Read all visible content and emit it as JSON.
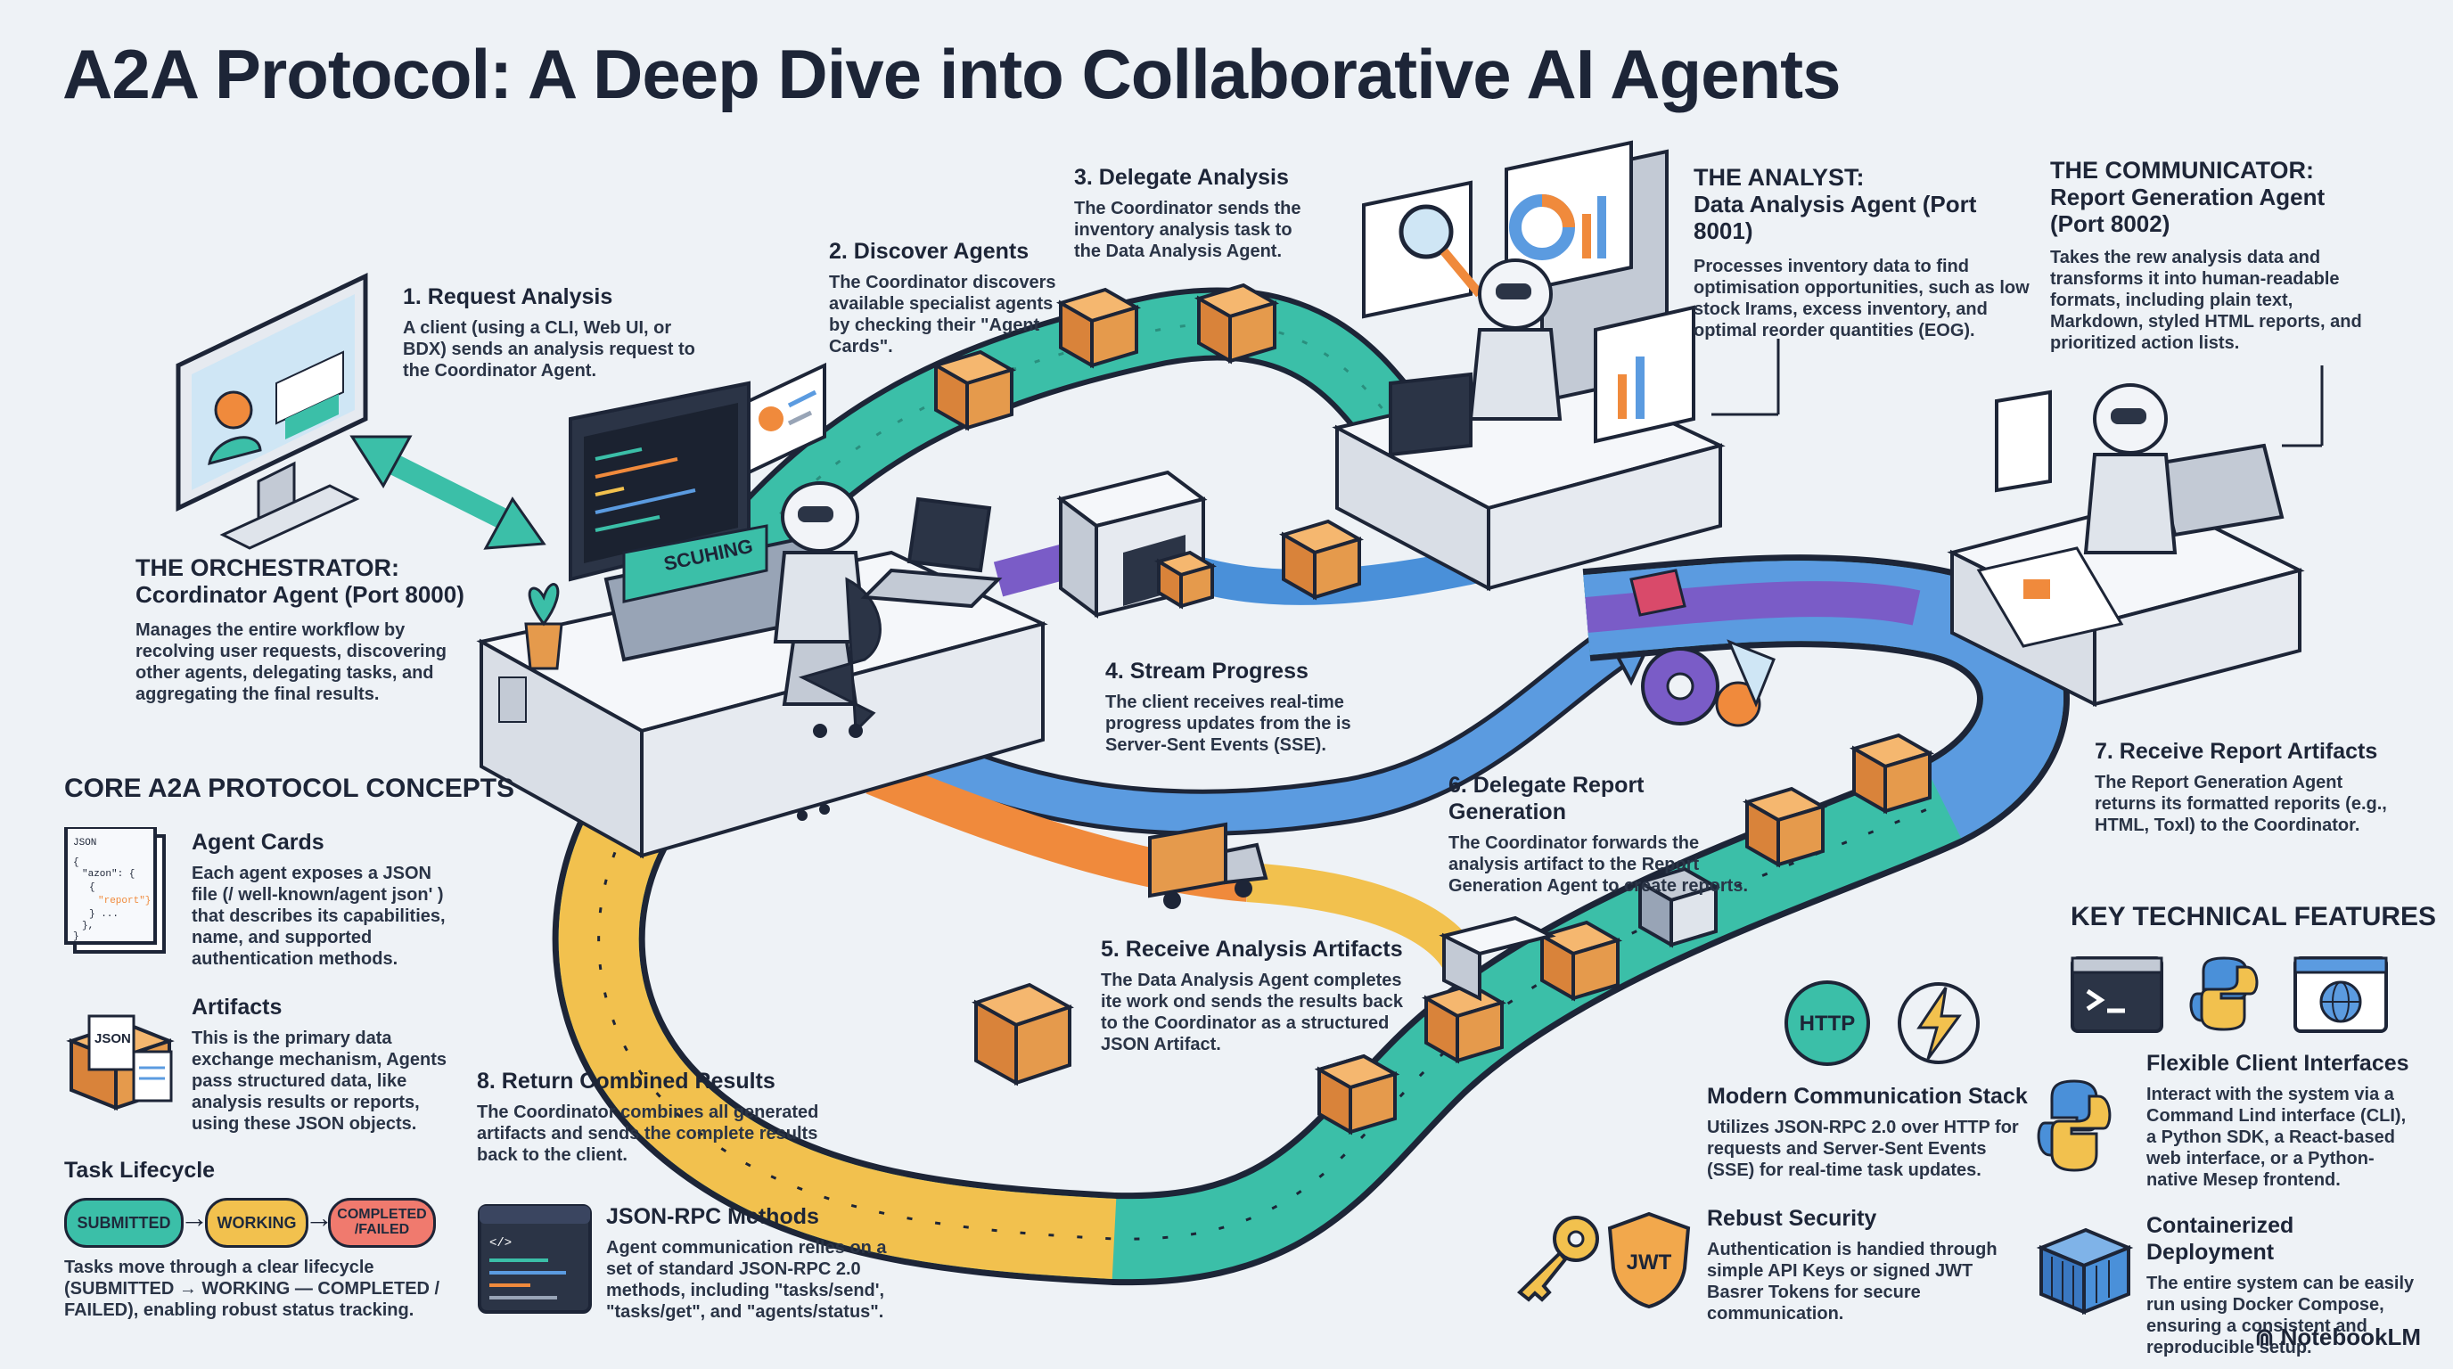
{
  "title": "A2A Protocol: A Deep Dive into Collaborative AI Agents",
  "steps": [
    {
      "heading": "1. Request Analysis",
      "text": "A client (using a CLI, Web UI, or BDX) sends an analysis request to the Coordinator Agent."
    },
    {
      "heading": "2. Discover Agents",
      "text": "The Coordinator discovers available specialist agents by checking their \"Agent Cards\"."
    },
    {
      "heading": "3. Delegate Analysis",
      "text": "The Coordinator sends the inventory analysis task to the Data Analysis Agent."
    },
    {
      "heading": "4. Stream Progress",
      "text": "The client receives real-time progress updates from the is Server-Sent Events (SSE)."
    },
    {
      "heading": "5. Receive Analysis Artifacts",
      "text": "The Data Analysis Agent completes ite work ond sends the results back to the Coordinator as a structured JSON Artifact."
    },
    {
      "heading": "6. Delegate Report Generation",
      "text": "The Coordinator forwards the analysis artifact to the Report Generation Agent to create reports."
    },
    {
      "heading": "7. Receive Report Artifacts",
      "text": "The Report Generation Agent returns its formatted reporits (e.g., HTML, Toxl) to the Coordinator."
    },
    {
      "heading": "8. Return Combined Results",
      "text": "The Coordinator combines all generated artifacts and sends the complete results back to the client."
    }
  ],
  "orchestrator": {
    "label": "THE ORCHESTRATOR:",
    "name": "Ccordinator Agent (Port 8000)",
    "text": "Manages the entire workflow by recolving user requests, discovering other agents, delegating tasks, and aggregating the final results."
  },
  "analyst": {
    "label": "THE ANALYST:",
    "name": "Data Analysis Agent (Port 8001)",
    "text": "Processes inventory data to find optimisation opportunities, such as low stock Irams, excess inventory, and optimal reorder quantities (EOG)."
  },
  "communicator": {
    "label": "THE COMMUNICATOR:",
    "name": "Report Generation Agent (Port 8002)",
    "text": "Takes the rew analysis data and transforms it into human-readable formats, including plain text, Markdown, styled HTML reports, and prioritized action lists."
  },
  "core": {
    "title": "CORE A2A PROTOCOL CONCEPTS",
    "agent_cards": {
      "heading": "Agent Cards",
      "text": "Each agent exposes a JSON file (/ well-known/agent json' ) that describes its capabilities, name, and supported authentication methods."
    },
    "json_icon": {
      "label": "JSON",
      "l1": "{",
      "l2": "\"azon\": {",
      "l3": "{",
      "l4": "\"report\"}",
      "l5": "} ...",
      "l6": "},",
      "l7": "}"
    },
    "artifacts": {
      "heading": "Artifacts",
      "text": "This is the primary data exchange mechanism, Agents pass structured data, like analysis results or reports, using these JSON objects.",
      "icon_label": "JSON"
    },
    "lifecycle": {
      "heading": "Task Lifecycle",
      "submitted": "SUBMITTED",
      "working": "WORKING",
      "completed": "COMPLETED /FAILED",
      "text": "Tasks move through a clear lifecycle (SUBMITTED → WORKING — COMPLETED / FAILED), enabling robust status tracking."
    },
    "jsonrpc": {
      "heading": "JSON-RPC Methods",
      "text": "Agent communication relles on a set of standard JSON-RPC 2.0 methods, including \"tasks/send', \"tasks/get\", and \"agents/status\"."
    }
  },
  "features": {
    "title": "KEY TECHNICAL FEATURES",
    "stack": {
      "heading": "Modern Communication Stack",
      "text": "Utilizes JSON-RPC 2.0 over HTTP for requests and Server-Sent Events (SSE) for real-time task updates.",
      "icon_label": "HTTP"
    },
    "security": {
      "heading": "Rebust Security",
      "text": "Authentication is handied through simple API Keys or signed JWT Basrer Tokens for secure communication.",
      "icon_label": "JWT"
    },
    "clients": {
      "heading": "Flexible Client Interfaces",
      "text": "Interact with the system via a Command Lind interface (CLI), a Python SDK, a React-based web interface, or a Python-native Mesep frontend."
    },
    "containers": {
      "heading": "Containerized Deployment",
      "text": "The entire system can be easily run using Docker Compose, ensuring a consistent and reproducible setup."
    }
  },
  "monitor_label": "SCUHING",
  "logo": "NotebookLM",
  "colors": {
    "teal": "#3bbfa8",
    "blue": "#4a90d9",
    "orange": "#f08a3c",
    "yellow": "#f2c14e",
    "purple": "#7a5cc7",
    "box": "#e59a4c",
    "ink": "#1d2537"
  }
}
